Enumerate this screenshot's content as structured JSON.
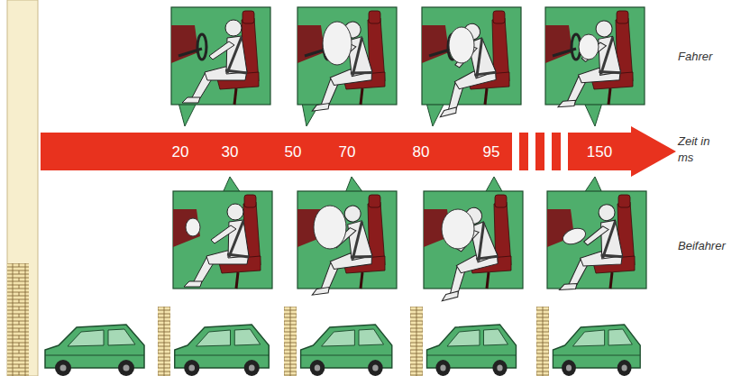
{
  "diagram": {
    "nodes": [
      {
        "text": [
          "20",
          "30",
          "50",
          "70",
          "80",
          "95",
          "150"
        ]
      }
    ],
    "labels": [
      "Fahrer",
      "Zeit in ms",
      "Beifahrer"
    ]
  }
}
